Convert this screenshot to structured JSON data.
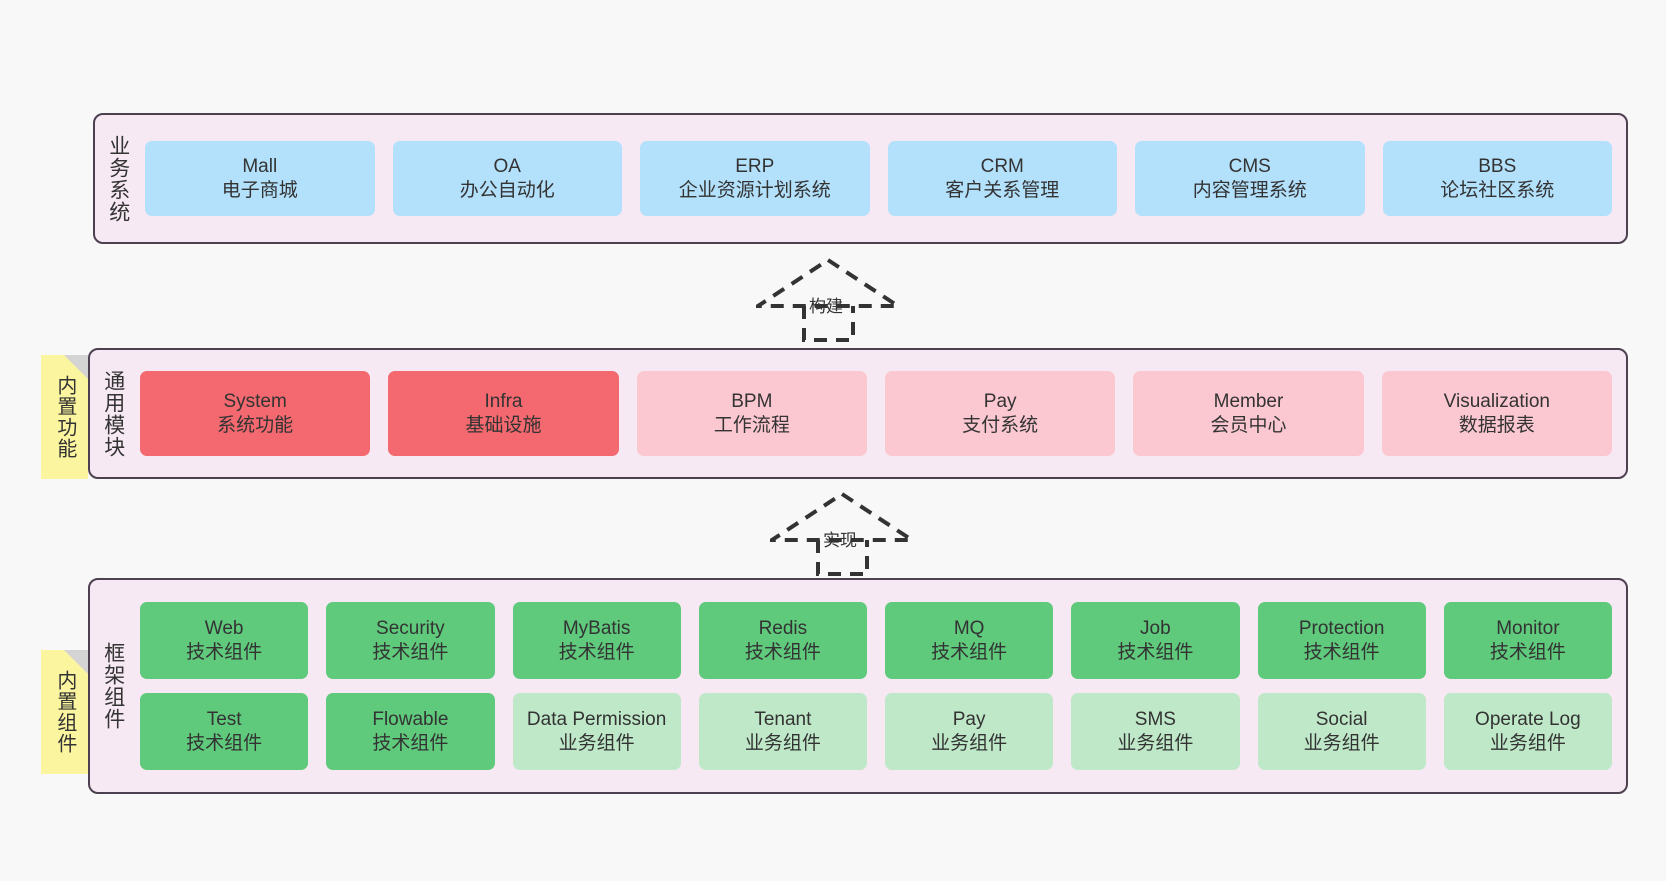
{
  "diagram": {
    "title_hidden": "",
    "colors": {
      "panel_bg": "#f7e9f3",
      "panel_border": "#4d4050",
      "business_card": "#b3e0fb",
      "module_strong": "#f3696f",
      "module_soft": "#fbc8d1",
      "framework_tech": "#5fc97c",
      "framework_biz": "#bfe8c8",
      "note_bg": "#fcf5a0",
      "note_fold": "#d4d4d4",
      "canvas_bg": "#f8f8f8",
      "text": "#333333"
    }
  },
  "sections": {
    "business": {
      "label": "业务系统",
      "cards": [
        {
          "name": "Mall",
          "desc": "电子商城"
        },
        {
          "name": "OA",
          "desc": "办公自动化"
        },
        {
          "name": "ERP",
          "desc": "企业资源计划系统"
        },
        {
          "name": "CRM",
          "desc": "客户关系管理"
        },
        {
          "name": "CMS",
          "desc": "内容管理系统"
        },
        {
          "name": "BBS",
          "desc": "论坛社区系统"
        }
      ]
    },
    "modules": {
      "label": "通用模块",
      "note": "内置功能",
      "cards": [
        {
          "name": "System",
          "desc": "系统功能",
          "tone": "strong"
        },
        {
          "name": "Infra",
          "desc": "基础设施",
          "tone": "strong"
        },
        {
          "name": "BPM",
          "desc": "工作流程",
          "tone": "soft"
        },
        {
          "name": "Pay",
          "desc": "支付系统",
          "tone": "soft"
        },
        {
          "name": "Member",
          "desc": "会员中心",
          "tone": "soft"
        },
        {
          "name": "Visualization",
          "desc": "数据报表",
          "tone": "soft"
        }
      ]
    },
    "framework": {
      "label": "框架组件",
      "note": "内置组件",
      "row1": [
        {
          "name": "Web",
          "desc": "技术组件"
        },
        {
          "name": "Security",
          "desc": "技术组件"
        },
        {
          "name": "MyBatis",
          "desc": "技术组件"
        },
        {
          "name": "Redis",
          "desc": "技术组件"
        },
        {
          "name": "MQ",
          "desc": "技术组件"
        },
        {
          "name": "Job",
          "desc": "技术组件"
        },
        {
          "name": "Protection",
          "desc": "技术组件"
        },
        {
          "name": "Monitor",
          "desc": "技术组件"
        }
      ],
      "row2": [
        {
          "name": "Test",
          "desc": "技术组件",
          "tone": "tech"
        },
        {
          "name": "Flowable",
          "desc": "技术组件",
          "tone": "tech"
        },
        {
          "name": "Data Permission",
          "desc": "业务组件",
          "tone": "biz"
        },
        {
          "name": "Tenant",
          "desc": "业务组件",
          "tone": "biz"
        },
        {
          "name": "Pay",
          "desc": "业务组件",
          "tone": "biz"
        },
        {
          "name": "SMS",
          "desc": "业务组件",
          "tone": "biz"
        },
        {
          "name": "Social",
          "desc": "业务组件",
          "tone": "biz"
        },
        {
          "name": "Operate Log",
          "desc": "业务组件",
          "tone": "biz"
        }
      ]
    }
  },
  "connectors": [
    {
      "id": "build",
      "label": "构建"
    },
    {
      "id": "implement",
      "label": "实现"
    }
  ]
}
